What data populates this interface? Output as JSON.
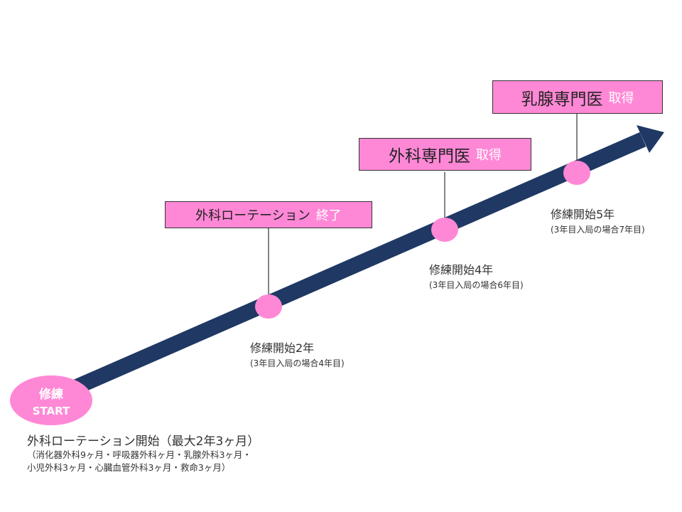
{
  "colors": {
    "arrow": "#1f3864",
    "pink": "#ff88d6",
    "text": "#333333"
  },
  "start": {
    "line1": "修練",
    "line2": "START"
  },
  "bottom": {
    "title": "外科ローテーション開始（最大2年3ヶ月）",
    "line1": "（消化器外科9ヶ月・呼吸器外科ヶ月・乳腺外科3ヶ月・",
    "line2": "小児外科3ヶ月・心臓血管外科3ヶ月・救命3ヶ月）"
  },
  "milestones": [
    {
      "box_main": "外科ローテーション",
      "box_suffix": "終了",
      "label": "修練開始2年",
      "sub": "(3年目入局の場合4年目)"
    },
    {
      "box_main": "外科専門医",
      "box_suffix": "取得",
      "label": "修練開始4年",
      "sub": "(3年目入局の場合6年目)"
    },
    {
      "box_main": "乳腺専門医",
      "box_suffix": "取得",
      "label": "修練開始5年",
      "sub": "(3年目入局の場合7年目)"
    }
  ]
}
